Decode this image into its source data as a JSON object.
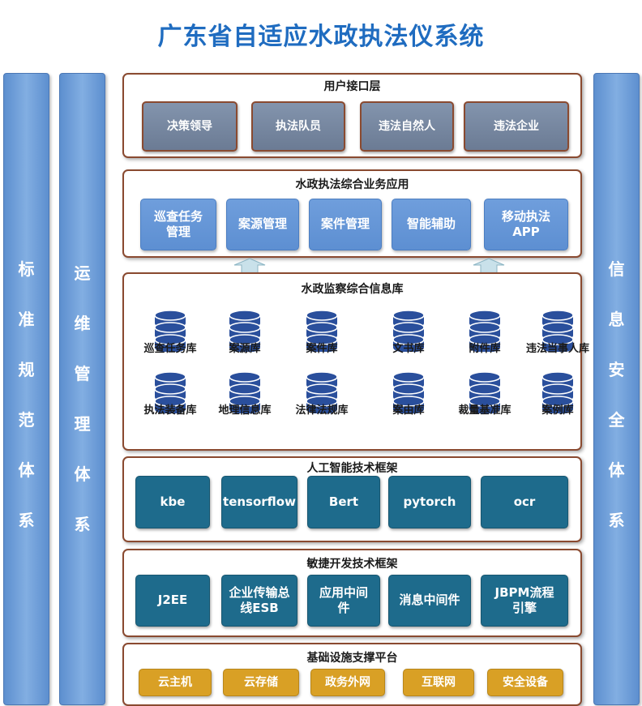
{
  "title": "广东省自适应水政执法仪系统",
  "side": {
    "left1": "标准规范体系",
    "left2": "运维管理体系",
    "right": "信息安全体系"
  },
  "layers": {
    "user": {
      "title": "用户接口层",
      "items": [
        "决策领导",
        "执法队员",
        "违法自然人",
        "违法企业"
      ]
    },
    "business": {
      "title": "水政执法综合业务应用",
      "items": [
        "巡查任务管理",
        "案源管理",
        "案件管理",
        "智能辅助",
        "移动执法APP"
      ]
    },
    "database": {
      "title": "水政监察综合信息库",
      "row1": [
        "巡查任务库",
        "案源库",
        "案件库",
        "文书库",
        "附件库",
        "违法当事人库"
      ],
      "row2": [
        "执法装备库",
        "地理信息库",
        "法律法规库",
        "案由库",
        "裁量基准库",
        "案例库"
      ]
    },
    "ai": {
      "title": "人工智能技术框架",
      "items": [
        "kbe",
        "tensorflow",
        "Bert",
        "pytorch",
        "ocr"
      ]
    },
    "agile": {
      "title": "敏捷开发技术框架",
      "items": [
        "J2EE",
        "企业传输总线ESB",
        "应用中间件",
        "消息中间件",
        "JBPM流程引擎"
      ]
    },
    "infra": {
      "title": "基础设施支撑平台",
      "items": [
        "云主机",
        "云存储",
        "政务外网",
        "互联网",
        "安全设备"
      ]
    }
  },
  "colors": {
    "title": "#1f6cc0",
    "side_bar": "#6f9edc",
    "layer_border": "#8a4a30",
    "user_box": "#7a8aa3",
    "business_box": "#6a98d8",
    "database_icon": "#2a4f9c",
    "framework_box": "#1e6b8c",
    "infra_box": "#d9a025"
  }
}
